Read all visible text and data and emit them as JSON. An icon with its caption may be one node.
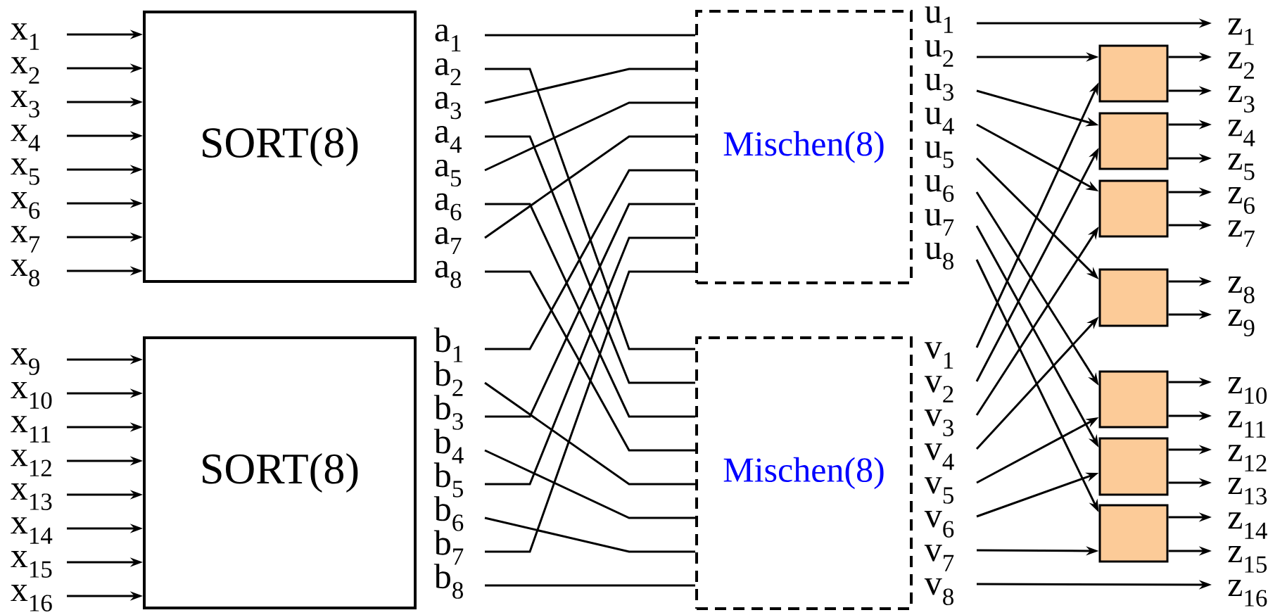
{
  "diagram": {
    "nodes": [
      {
        "text": [
          "x$_{1}$"
        ]
      },
      {
        "text": [
          "x$_{2}$"
        ]
      },
      {
        "text": [
          "x$_{3}$"
        ]
      },
      {
        "text": [
          "x$_{4}$"
        ]
      },
      {
        "text": [
          "x$_{5}$"
        ]
      },
      {
        "text": [
          "x$_{6}$"
        ]
      },
      {
        "text": [
          "x$_{7}$"
        ]
      },
      {
        "text": [
          "x$_{8}$"
        ]
      },
      {
        "text": [
          "x$_{9}$"
        ]
      },
      {
        "text": [
          "x$_{10}$"
        ]
      },
      {
        "text": [
          "x$_{11}$"
        ]
      },
      {
        "text": [
          "x$_{12}$"
        ]
      },
      {
        "text": [
          "x$_{13}$"
        ]
      },
      {
        "text": [
          "x$_{14}$"
        ]
      },
      {
        "text": [
          "x$_{15}$"
        ]
      },
      {
        "text": [
          "x$_{16}$"
        ]
      },
      {
        "text": [
          "SORT(8)"
        ]
      },
      {
        "text": [
          "SORT(8)"
        ]
      },
      {
        "text": [
          "a$_{1}$"
        ]
      },
      {
        "text": [
          "a$_{2}$"
        ]
      },
      {
        "text": [
          "a$_{3}$"
        ]
      },
      {
        "text": [
          "a$_{4}$"
        ]
      },
      {
        "text": [
          "a$_{5}$"
        ]
      },
      {
        "text": [
          "a$_{6}$"
        ]
      },
      {
        "text": [
          "a$_{7}$"
        ]
      },
      {
        "text": [
          "a$_{8}$"
        ]
      },
      {
        "text": [
          "b$_{1}$"
        ]
      },
      {
        "text": [
          "b$_{2}$"
        ]
      },
      {
        "text": [
          "b$_{3}$"
        ]
      },
      {
        "text": [
          "b$_{4}$"
        ]
      },
      {
        "text": [
          "b$_{5}$"
        ]
      },
      {
        "text": [
          "b$_{6}$"
        ]
      },
      {
        "text": [
          "b$_{7}$"
        ]
      },
      {
        "text": [
          "b$_{8}$"
        ]
      },
      {
        "text": [
          "Mischen(8)"
        ]
      },
      {
        "text": [
          "Mischen(8)"
        ]
      },
      {
        "text": [
          "u$_{1}$"
        ]
      },
      {
        "text": [
          "u$_{2}$"
        ]
      },
      {
        "text": [
          "u$_{3}$"
        ]
      },
      {
        "text": [
          "u$_{4}$"
        ]
      },
      {
        "text": [
          "u$_{5}$"
        ]
      },
      {
        "text": [
          "u$_{6}$"
        ]
      },
      {
        "text": [
          "u$_{7}$"
        ]
      },
      {
        "text": [
          "u$_{8}$"
        ]
      },
      {
        "text": [
          "v$_{1}$"
        ]
      },
      {
        "text": [
          "v$_{2}$"
        ]
      },
      {
        "text": [
          "v$_{3}$"
        ]
      },
      {
        "text": [
          "v$_{4}$"
        ]
      },
      {
        "text": [
          "v$_{5}$"
        ]
      },
      {
        "text": [
          "v$_{6}$"
        ]
      },
      {
        "text": [
          "v$_{7}$"
        ]
      },
      {
        "text": [
          "v$_{8}$"
        ]
      },
      {
        "text": [],
        "shape": "box"
      },
      {
        "text": [],
        "shape": "box"
      },
      {
        "text": [],
        "shape": "box"
      },
      {
        "text": [],
        "shape": "box"
      },
      {
        "text": [],
        "shape": "box"
      },
      {
        "text": [],
        "shape": "box"
      },
      {
        "text": [],
        "shape": "box"
      },
      {
        "text": [
          "z$_{1}$"
        ]
      },
      {
        "text": [
          "z$_{2}$"
        ]
      },
      {
        "text": [
          "z$_{3}$"
        ]
      },
      {
        "text": [
          "z$_{4}$"
        ]
      },
      {
        "text": [
          "z$_{5}$"
        ]
      },
      {
        "text": [
          "z$_{6}$"
        ]
      },
      {
        "text": [
          "z$_{7}$"
        ]
      },
      {
        "text": [
          "z$_{8}$"
        ]
      },
      {
        "text": [
          "z$_{9}$"
        ]
      },
      {
        "text": [
          "z$_{10}$"
        ]
      },
      {
        "text": [
          "z$_{11}$"
        ]
      },
      {
        "text": [
          "z$_{12}$"
        ]
      },
      {
        "text": [
          "z$_{13}$"
        ]
      },
      {
        "text": [
          "z$_{14}$"
        ]
      },
      {
        "text": [
          "z$_{15}$"
        ]
      },
      {
        "text": [
          "z$_{16}$"
        ]
      }
    ],
    "edges": [
      {
        "from": 0,
        "to": 16,
        "arrow": "to"
      },
      {
        "from": 1,
        "to": 16,
        "arrow": "to"
      },
      {
        "from": 2,
        "to": 16,
        "arrow": "to"
      },
      {
        "from": 3,
        "to": 16,
        "arrow": "to"
      },
      {
        "from": 4,
        "to": 16,
        "arrow": "to"
      },
      {
        "from": 5,
        "to": 16,
        "arrow": "to"
      },
      {
        "from": 6,
        "to": 16,
        "arrow": "to"
      },
      {
        "from": 7,
        "to": 16,
        "arrow": "to"
      },
      {
        "from": 8,
        "to": 17,
        "arrow": "to"
      },
      {
        "from": 9,
        "to": 17,
        "arrow": "to"
      },
      {
        "from": 10,
        "to": 17,
        "arrow": "to"
      },
      {
        "from": 11,
        "to": 17,
        "arrow": "to"
      },
      {
        "from": 12,
        "to": 17,
        "arrow": "to"
      },
      {
        "from": 13,
        "to": 17,
        "arrow": "to"
      },
      {
        "from": 14,
        "to": 17,
        "arrow": "to"
      },
      {
        "from": 15,
        "to": 17,
        "arrow": "to"
      },
      {
        "from": 18,
        "to": 34,
        "arrow": "none"
      },
      {
        "from": 19,
        "to": 35,
        "arrow": "none"
      },
      {
        "from": 20,
        "to": 34,
        "arrow": "none"
      },
      {
        "from": 21,
        "to": 35,
        "arrow": "none"
      },
      {
        "from": 22,
        "to": 34,
        "arrow": "none"
      },
      {
        "from": 23,
        "to": 35,
        "arrow": "none"
      },
      {
        "from": 24,
        "to": 34,
        "arrow": "none"
      },
      {
        "from": 25,
        "to": 35,
        "arrow": "none"
      },
      {
        "from": 26,
        "to": 34,
        "arrow": "none"
      },
      {
        "from": 27,
        "to": 35,
        "arrow": "none"
      },
      {
        "from": 28,
        "to": 34,
        "arrow": "none"
      },
      {
        "from": 29,
        "to": 35,
        "arrow": "none"
      },
      {
        "from": 30,
        "to": 34,
        "arrow": "none"
      },
      {
        "from": 31,
        "to": 35,
        "arrow": "none"
      },
      {
        "from": 32,
        "to": 34,
        "arrow": "none"
      },
      {
        "from": 33,
        "to": 35,
        "arrow": "none"
      },
      {
        "from": 36,
        "to": 59,
        "arrow": "to"
      },
      {
        "from": 37,
        "to": 52,
        "arrow": "to"
      },
      {
        "from": 38,
        "to": 53,
        "arrow": "to"
      },
      {
        "from": 39,
        "to": 54,
        "arrow": "to"
      },
      {
        "from": 40,
        "to": 55,
        "arrow": "to"
      },
      {
        "from": 41,
        "to": 56,
        "arrow": "to"
      },
      {
        "from": 42,
        "to": 57,
        "arrow": "to"
      },
      {
        "from": 43,
        "to": 58,
        "arrow": "to"
      },
      {
        "from": 44,
        "to": 52,
        "arrow": "to"
      },
      {
        "from": 45,
        "to": 53,
        "arrow": "to"
      },
      {
        "from": 46,
        "to": 54,
        "arrow": "to"
      },
      {
        "from": 47,
        "to": 55,
        "arrow": "to"
      },
      {
        "from": 48,
        "to": 56,
        "arrow": "to"
      },
      {
        "from": 49,
        "to": 57,
        "arrow": "to"
      },
      {
        "from": 50,
        "to": 58,
        "arrow": "to"
      },
      {
        "from": 51,
        "to": 74,
        "arrow": "to"
      },
      {
        "from": 52,
        "to": 60,
        "arrow": "to"
      },
      {
        "from": 52,
        "to": 61,
        "arrow": "to"
      },
      {
        "from": 53,
        "to": 62,
        "arrow": "to"
      },
      {
        "from": 53,
        "to": 63,
        "arrow": "to"
      },
      {
        "from": 54,
        "to": 64,
        "arrow": "to"
      },
      {
        "from": 54,
        "to": 65,
        "arrow": "to"
      },
      {
        "from": 55,
        "to": 66,
        "arrow": "to"
      },
      {
        "from": 55,
        "to": 67,
        "arrow": "to"
      },
      {
        "from": 56,
        "to": 68,
        "arrow": "to"
      },
      {
        "from": 56,
        "to": 69,
        "arrow": "to"
      },
      {
        "from": 57,
        "to": 70,
        "arrow": "to"
      },
      {
        "from": 57,
        "to": 71,
        "arrow": "to"
      },
      {
        "from": 58,
        "to": 72,
        "arrow": "to"
      },
      {
        "from": 58,
        "to": 73,
        "arrow": "to"
      }
    ]
  }
}
